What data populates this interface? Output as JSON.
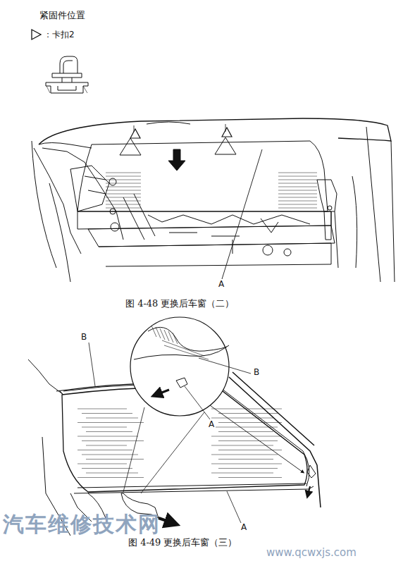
{
  "diagram": {
    "title": "紧固件位置",
    "labels": [
      "A",
      "图 4-48  更换后车窗（二）",
      "B",
      "B",
      "A",
      "A",
      "图 4-49  更换后车窗（三）",
      "汽车维修技术网",
      "www.qcwxjs.com"
    ],
    "legend": [
      {
        "text": "：卡扣2"
      }
    ]
  }
}
